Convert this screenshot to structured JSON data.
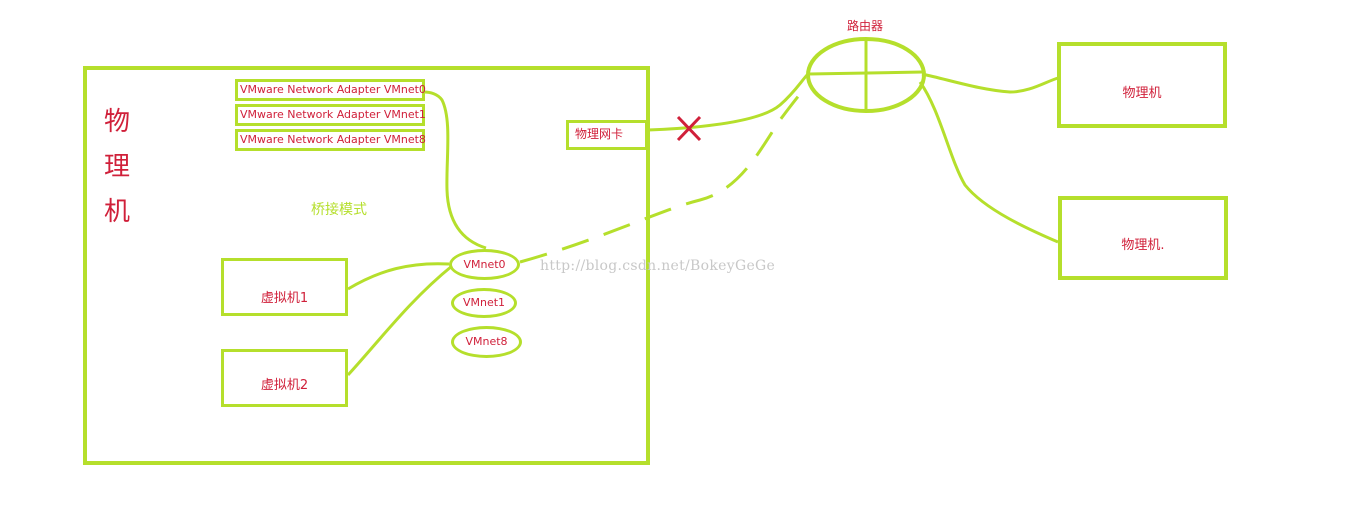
{
  "host": {
    "title": "物\n理\n机",
    "mode_label": "桥接模式",
    "adapters": [
      "VMware Network Adapter VMnet0",
      "VMware Network Adapter VMnet1",
      "VMware Network Adapter VMnet8"
    ],
    "nic_label": "物理网卡",
    "vms": [
      "虚拟机1",
      "虚拟机2"
    ],
    "vnets": [
      "VMnet0",
      "VMnet1",
      "VMnet8"
    ]
  },
  "router": {
    "label": "路由器"
  },
  "external_hosts": [
    "物理机",
    "物理机."
  ],
  "watermark": "http://blog.csdn.net/BokeyGeGe",
  "colors": {
    "line": "#b5df2c",
    "text": "#d0203a",
    "cross": "#d0203a",
    "watermark": "#c8c8c8"
  }
}
